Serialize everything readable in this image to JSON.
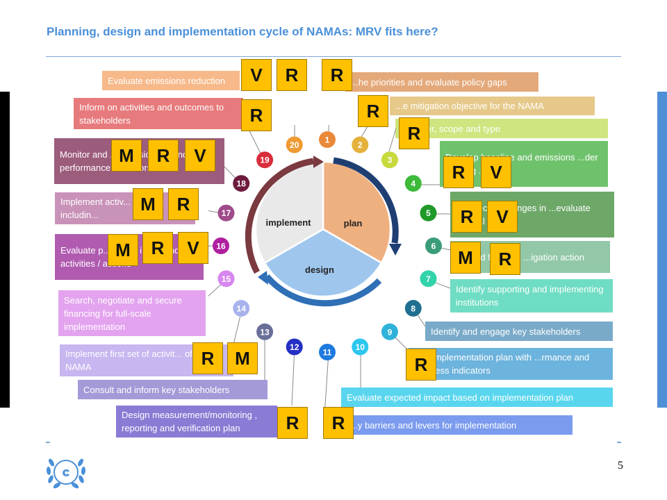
{
  "title": "Planning, design and implementation cycle of NAMAs: MRV fits here?",
  "page_number": "5",
  "logo": "UNFCCC logo",
  "sectors": {
    "plan": "plan",
    "design": "design",
    "implement": "implement"
  },
  "colors": {
    "title": "#4a90d9",
    "tag": "#ffc000",
    "plan": "#efb07f",
    "design": "#9fc7ee",
    "implement": "#e9e9e9"
  },
  "boxes": [
    {
      "id": "b1",
      "text": "Evaluate emissions reduction",
      "color": "#f7b98a"
    },
    {
      "id": "b2",
      "text": "Inform on activities and outcomes to stakeholders",
      "color": "#e77a7c"
    },
    {
      "id": "b3",
      "text": "Monitor and ... emissions ... and performance indicators",
      "color": "#9c5c7c"
    },
    {
      "id": "b4",
      "text": "Implement activ... actions, includin...",
      "color": "#c992b8"
    },
    {
      "id": "b5",
      "text": "Evaluate p... adjust imp... and its activities / actions",
      "color": "#b05bb0"
    },
    {
      "id": "b6",
      "text": "Search, negotiate and secure financing for full-scale implementation",
      "color": "#e3a3ef"
    },
    {
      "id": "b7",
      "text": "Implement first set of activit... of the NAMA",
      "color": "#c7b6f0"
    },
    {
      "id": "b8",
      "text": "Consult and  inform key stakeholders",
      "color": "#a59ad8"
    },
    {
      "id": "b9",
      "text": "Design measurement/monitoring , reporting and verification plan",
      "color": "#8a7bd4"
    },
    {
      "id": "b10",
      "text": "...he priorities and evaluate policy gaps",
      "color": "#e4a97a"
    },
    {
      "id": "b11",
      "text": "...e  mitigation objective for the NAMA",
      "color": "#e6c98a"
    },
    {
      "id": "b12",
      "text": "...border, scope and type",
      "color": "#cfe57f"
    },
    {
      "id": "b13",
      "text": "Develop baseline and emissions ...der existing ...(BAU)",
      "color": "#6fc26c"
    },
    {
      "id": "b14",
      "text": "...expected changes in ...evaluate ...ential",
      "color": "#6ea869"
    },
    {
      "id": "b15",
      "text": "...s and financial ...igation action",
      "color": "#92c8a8"
    },
    {
      "id": "b16",
      "text": "Identify supporting and implementing institutions",
      "color": "#6fddc3"
    },
    {
      "id": "b17",
      "text": "Identify and engage key stakeholders",
      "color": "#7aaac9"
    },
    {
      "id": "b18",
      "text": "...re implementation plan with ...rmance and progress indicators",
      "color": "#6cb3dd"
    },
    {
      "id": "b19",
      "text": "Evaluate  expected impact based on implementation plan",
      "color": "#59d6ee"
    },
    {
      "id": "b20",
      "text": "...y barriers and levers for implementation",
      "color": "#7a9bee"
    }
  ],
  "steps": [
    {
      "n": "1",
      "color": "#e9893a"
    },
    {
      "n": "2",
      "color": "#e5b13d"
    },
    {
      "n": "3",
      "color": "#c7d93b"
    },
    {
      "n": "4",
      "color": "#3dba3a"
    },
    {
      "n": "5",
      "color": "#1f9a29"
    },
    {
      "n": "6",
      "color": "#3a9d77"
    },
    {
      "n": "7",
      "color": "#31d3a9"
    },
    {
      "n": "8",
      "color": "#1f6f90"
    },
    {
      "n": "9",
      "color": "#2eb2d9"
    },
    {
      "n": "10",
      "color": "#2cc7ef"
    },
    {
      "n": "11",
      "color": "#1e7ae0"
    },
    {
      "n": "12",
      "color": "#2530c4"
    },
    {
      "n": "13",
      "color": "#6a6f9a"
    },
    {
      "n": "14",
      "color": "#a8b2ec"
    },
    {
      "n": "15",
      "color": "#d786ef"
    },
    {
      "n": "16",
      "color": "#b01fa0"
    },
    {
      "n": "17",
      "color": "#a04b8a"
    },
    {
      "n": "18",
      "color": "#6e1b3e"
    },
    {
      "n": "19",
      "color": "#d92d3c"
    },
    {
      "n": "20",
      "color": "#ef9a33"
    }
  ],
  "tags": [
    "V",
    "R",
    "R",
    "R",
    "R",
    "R",
    "M",
    "R",
    "V",
    "R",
    "V",
    "M",
    "R",
    "R",
    "V",
    "M",
    "R",
    "V",
    "M",
    "R",
    "R",
    "M",
    "R",
    "R",
    "R"
  ]
}
